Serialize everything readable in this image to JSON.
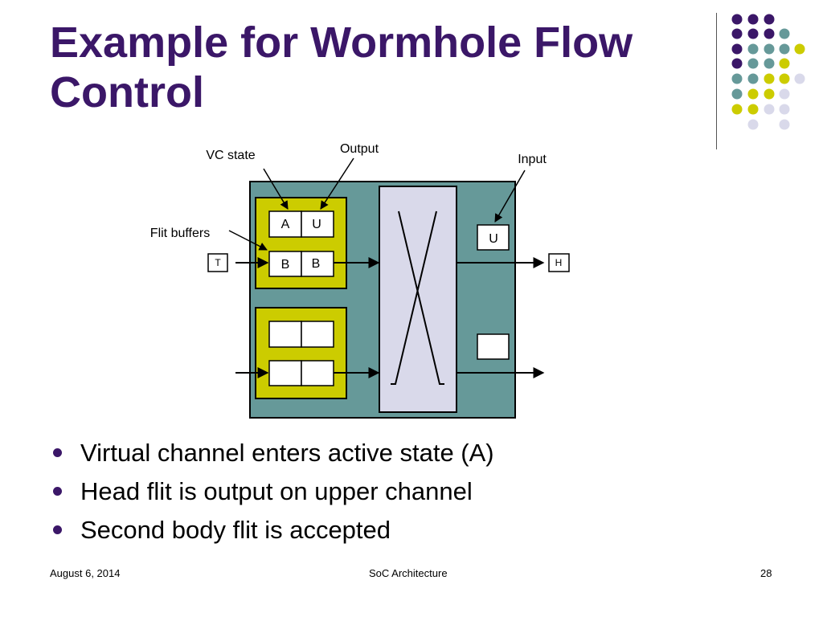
{
  "slide": {
    "title_line1": "Example for Wormhole Flow",
    "title_line2": "Control"
  },
  "diagram": {
    "label_vc_state": "VC state",
    "label_output": "Output",
    "label_input": "Input",
    "label_flit_buffers": "Flit buffers",
    "cell_vc_state": "A",
    "cell_output_port": "U",
    "buffer_flit_1": "B",
    "buffer_flit_2": "B",
    "output_register": "U",
    "incoming_flit": "T",
    "outgoing_flit": "H"
  },
  "bullets": [
    "Virtual channel enters active state (A)",
    "Head flit is output on upper channel",
    "Second body flit is accepted"
  ],
  "footer": {
    "date": "August 6, 2014",
    "course": "SoC Architecture",
    "page_number": "28"
  },
  "colors": {
    "title": "#3b1768",
    "router_fill": "#669999",
    "buffer_group_fill": "#cccc00",
    "crossbar_fill": "#d9d9ea",
    "dot_purple": "#3b1768",
    "dot_teal": "#669999",
    "dot_yellow": "#cccc00",
    "dot_lavender": "#d9d9ea"
  }
}
